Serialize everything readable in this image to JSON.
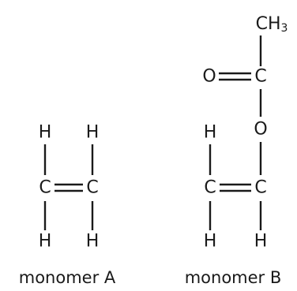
{
  "monomer_a": {
    "caption": "monomer A",
    "atoms": {
      "h_top_left": "H",
      "h_top_right": "H",
      "c_left": "C",
      "c_right": "C",
      "h_bottom_left": "H",
      "h_bottom_right": "H"
    }
  },
  "monomer_b": {
    "caption": "monomer B",
    "atoms": {
      "ch3_c": "CH",
      "ch3_sub": "3",
      "o_carbonyl": "O",
      "c_carbonyl": "C",
      "o_ester": "O",
      "h_top_left": "H",
      "c_left": "C",
      "c_right": "C",
      "h_bottom_left": "H",
      "h_bottom_right": "H"
    }
  }
}
